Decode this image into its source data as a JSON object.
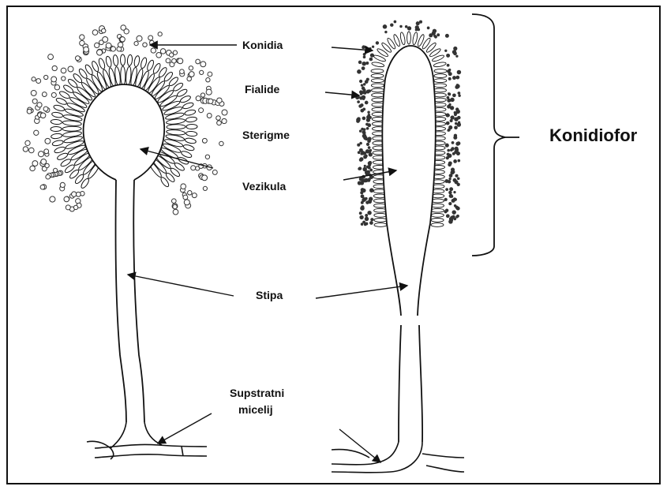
{
  "labels": {
    "konidia": "Konidia",
    "fialide": "Fialide",
    "sterigme": "Sterigme",
    "vezikula": "Vezikula",
    "stipa": "Stipa",
    "supstratni_line1": "Supstratni",
    "supstratni_line2": "micelij",
    "konidiofor": "Konidiofor"
  },
  "colors": {
    "ink": "#111111",
    "background": "#ffffff",
    "dots": "#555555"
  }
}
